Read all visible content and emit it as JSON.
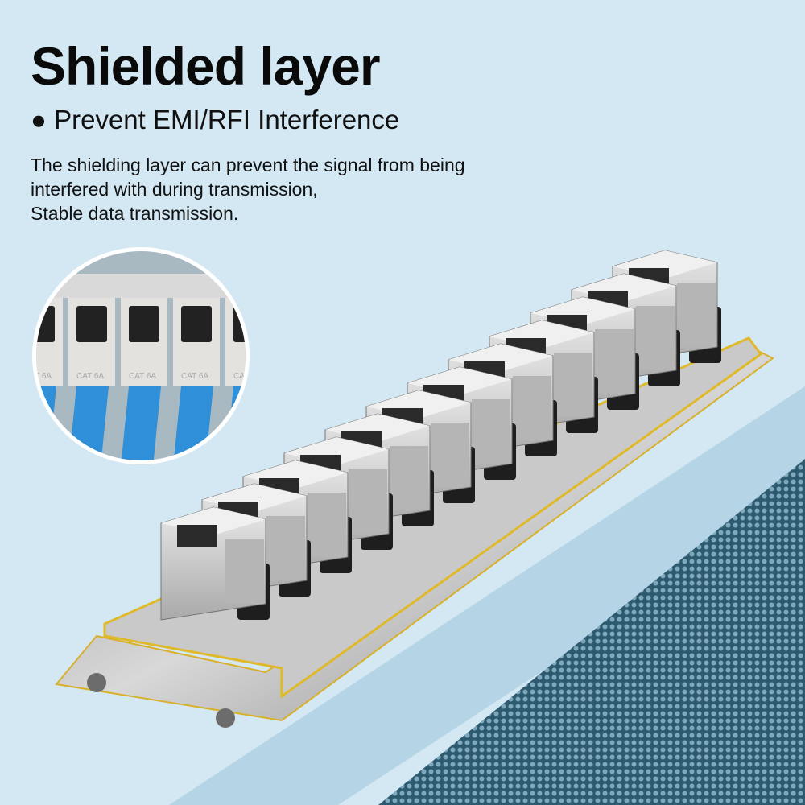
{
  "heading": {
    "title": "Shielded layer",
    "bullet": "● Prevent EMI/RFI Interference",
    "description": [
      "The shielding layer can prevent the signal from being",
      "interfered with during transmission,",
      "Stable data transmission."
    ]
  },
  "product": {
    "port_count": 12,
    "jack_label": "CAT 6A",
    "cable_color": "#2f8fd8",
    "trim_color": "#e0b92a"
  },
  "colors": {
    "background": "#d3e8f3",
    "band": "#b7d7e8",
    "mesh": "#3e6f86"
  }
}
